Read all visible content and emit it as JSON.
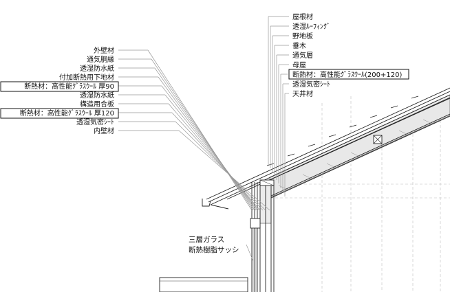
{
  "wall_layers": [
    {
      "label": "外壁材",
      "boxed": false
    },
    {
      "label": "通気胴縁",
      "boxed": false
    },
    {
      "label": "透湿防水紙",
      "boxed": false
    },
    {
      "label": "付加断熱用下地材",
      "boxed": false
    },
    {
      "label": "断熱材：高性能ｸﾞﾗｽｳｰﾙ 厚90",
      "boxed": true
    },
    {
      "label": "透湿防水紙",
      "boxed": false
    },
    {
      "label": "構造用合板",
      "boxed": false
    },
    {
      "label": "断熱材：高性能ｸﾞﾗｽｳｰﾙ 厚120",
      "boxed": true
    },
    {
      "label": "透湿気密ｼｰﾄ",
      "boxed": false
    },
    {
      "label": "内壁材",
      "boxed": false
    }
  ],
  "roof_layers": [
    {
      "label": "屋根材",
      "boxed": false
    },
    {
      "label": "透湿ﾙｰﾌｨﾝｸﾞ",
      "boxed": false
    },
    {
      "label": "野地板",
      "boxed": false
    },
    {
      "label": "垂木",
      "boxed": false
    },
    {
      "label": "通気層",
      "boxed": false
    },
    {
      "label": "母屋",
      "boxed": false
    },
    {
      "label": "断熱材：高性能ｸﾞﾗｽｳｰﾙ(200+120)",
      "boxed": true
    },
    {
      "label": "透湿気密ｼｰﾄ",
      "boxed": false
    },
    {
      "label": "天井材",
      "boxed": false
    }
  ],
  "window_note": {
    "line1": "三層ガラス",
    "line2": "断熱樹脂サッシ"
  }
}
